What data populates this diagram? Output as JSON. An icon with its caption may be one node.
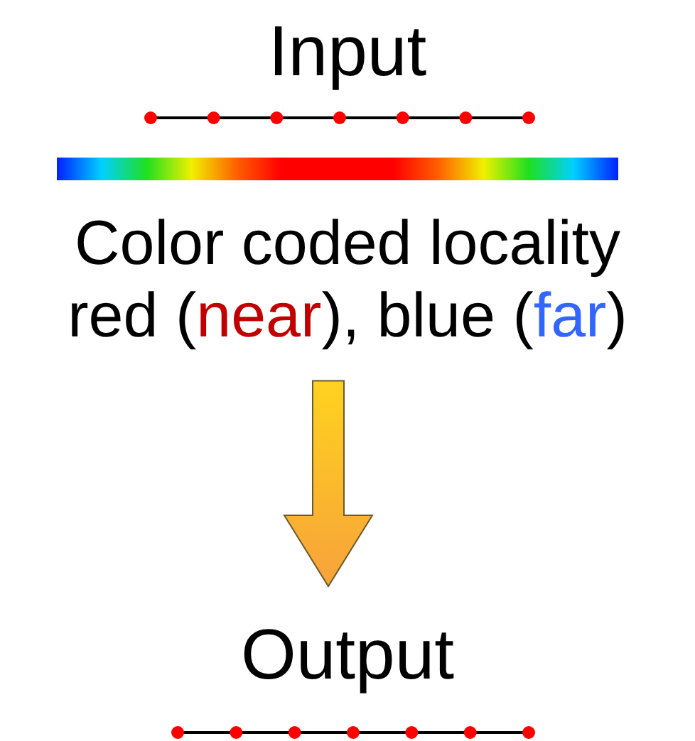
{
  "diagram": {
    "nodes": [
      {
        "text": [
          "Input"
        ]
      },
      {
        "text": [],
        "shape": "bar"
      },
      {
        "text": [
          "Color coded locality",
          "red (",
          "near",
          "), blue (",
          "far",
          ")"
        ]
      },
      {
        "text": [
          "Output"
        ]
      }
    ],
    "edges": [
      {
        "from": 2,
        "to": 3,
        "arrow": "to",
        "style": "thick"
      }
    ]
  }
}
